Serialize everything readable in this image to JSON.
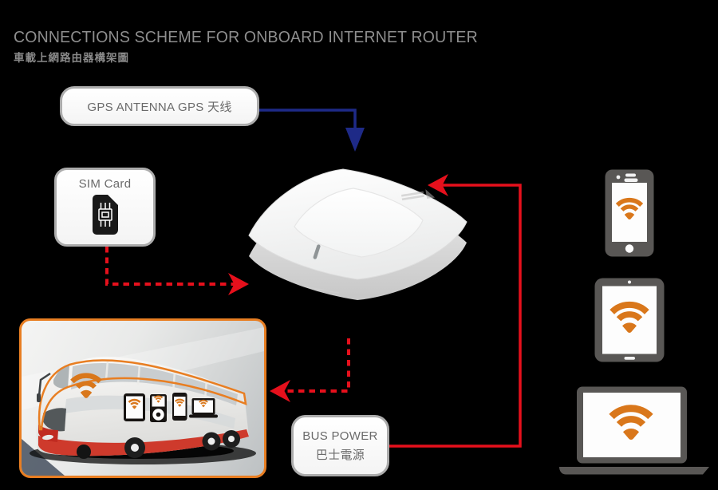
{
  "title": "CONNECTIONS SCHEME FOR ONBOARD INTERNET ROUTER",
  "subtitle": "車載上網路由器構架圖",
  "nodes": {
    "gps": {
      "label": "GPS ANTENNA GPS 天线"
    },
    "sim": {
      "label": "SIM Card",
      "icon": "sim-card-icon"
    },
    "router": {
      "icon": "wireless-access-point-router"
    },
    "bus_power": {
      "label_en": "BUS POWER",
      "label_zh": "巴士電源"
    },
    "bus": {
      "icon": "double-decker-wifi-bus"
    }
  },
  "clients": [
    {
      "icon": "smartphone-icon",
      "screen_icon": "wifi-icon"
    },
    {
      "icon": "tablet-icon",
      "screen_icon": "wifi-icon"
    },
    {
      "icon": "laptop-icon",
      "screen_icon": "wifi-icon"
    }
  ],
  "onboard_devices": [
    "tablet-icon",
    "media-player-icon",
    "smartphone-icon",
    "laptop-icon"
  ],
  "connections": [
    {
      "from": "gps-antenna",
      "to": "router",
      "style": "solid",
      "color": "#1E2A87"
    },
    {
      "from": "sim-card",
      "to": "router",
      "style": "dashed",
      "color": "#E6101C"
    },
    {
      "from": "bus-power",
      "to": "router",
      "style": "solid",
      "color": "#E6101C"
    },
    {
      "from": "router",
      "to": "bus",
      "style": "dashed",
      "color": "#E6101C"
    }
  ],
  "colors": {
    "background": "#000000",
    "title_gray": "#8E8E8E",
    "box_border": "#ACACAC",
    "box_text": "#6A6A6A",
    "arrow_blue": "#1E2A87",
    "arrow_red": "#E6101C",
    "wifi_orange": "#D9771B",
    "frame_orange": "#E87E22",
    "device_gray": "#595755",
    "bus_red": "#CE3A2C"
  }
}
